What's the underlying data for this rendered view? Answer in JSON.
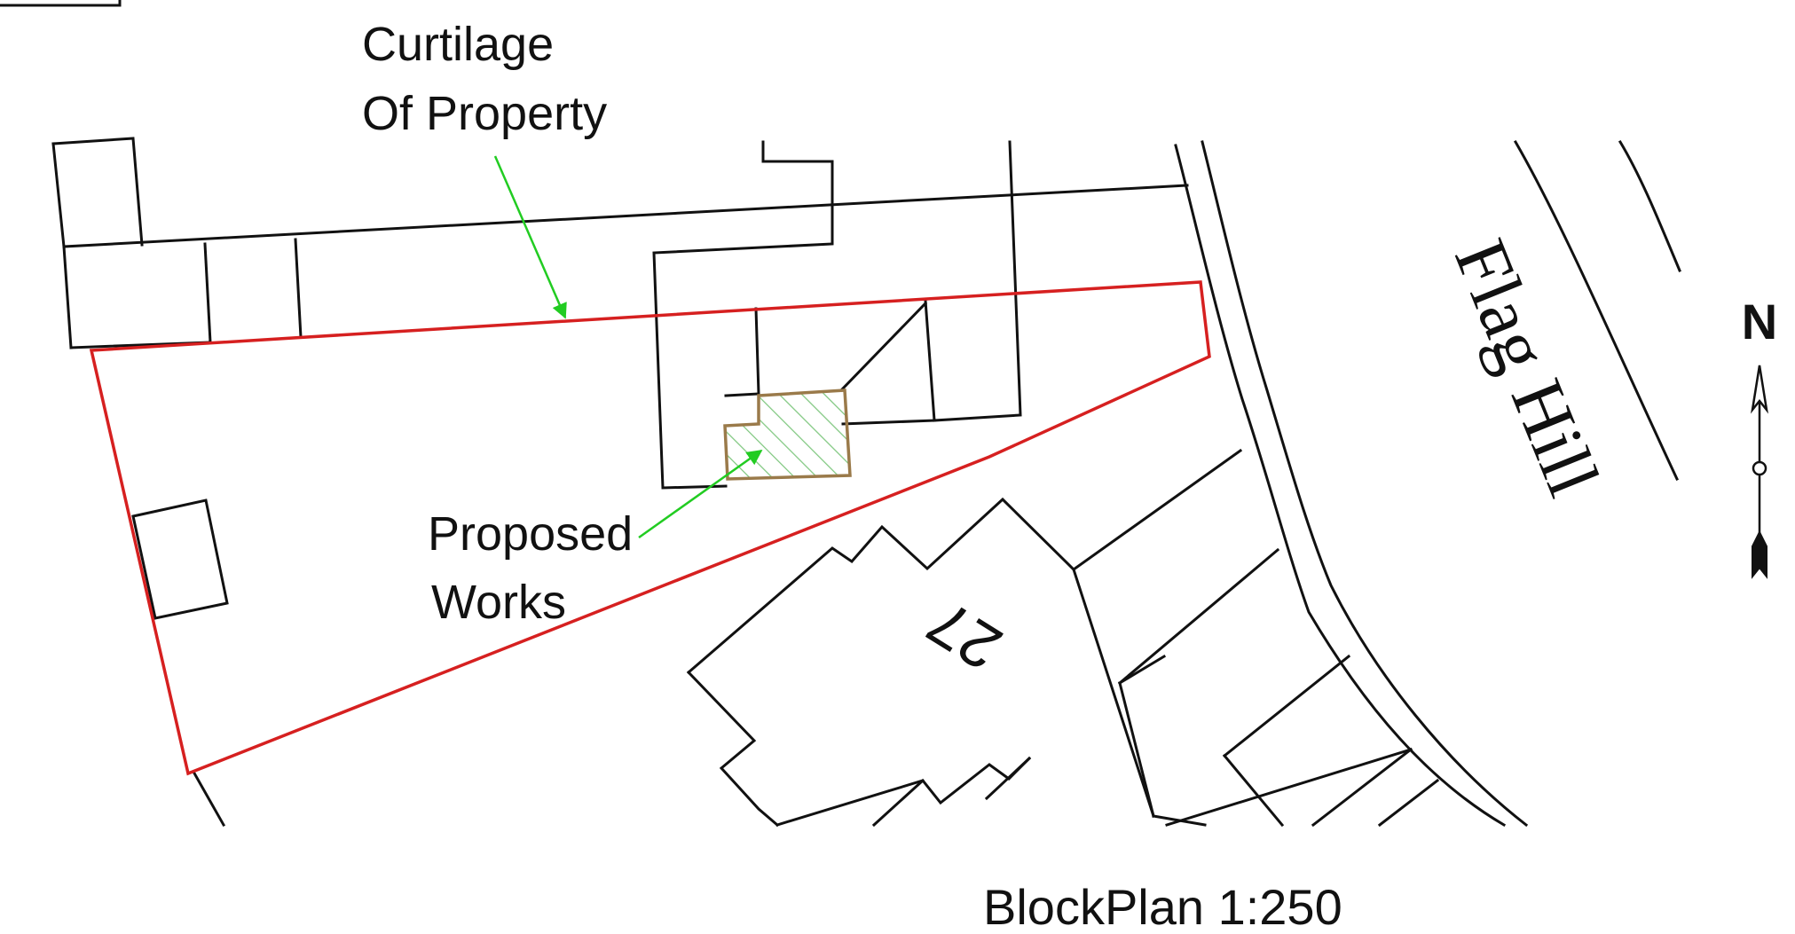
{
  "labels": {
    "curtilage_line1": "Curtilage",
    "curtilage_line2": "Of Property",
    "proposed_line1": "Proposed",
    "proposed_line2": "Works",
    "house_number": "27",
    "road_name": "Flag Hill",
    "north": "N",
    "title": "BlockPlan 1:250"
  },
  "colors": {
    "linework": "#111111",
    "curtilage_boundary": "#d62020",
    "leader_arrows": "#22cc22",
    "proposed_hatch": "#7fc77f",
    "proposed_outline": "#9a7a4a"
  }
}
